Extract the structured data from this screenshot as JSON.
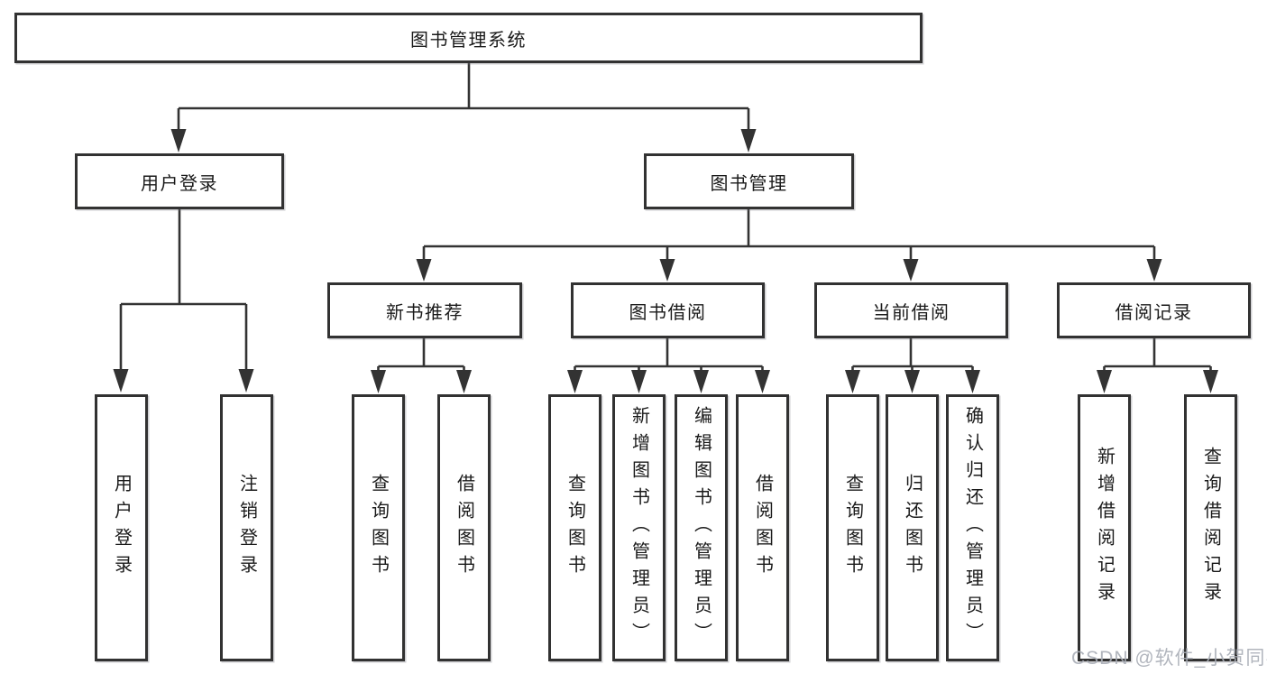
{
  "tree": {
    "root": {
      "label": "图书管理系统"
    },
    "children": [
      {
        "label": "用户登录",
        "children": [
          {
            "label": "用户登录"
          },
          {
            "label": "注销登录"
          }
        ]
      },
      {
        "label": "图书管理",
        "children": [
          {
            "label": "新书推荐",
            "children": [
              {
                "label": "查询图书"
              },
              {
                "label": "借阅图书"
              }
            ]
          },
          {
            "label": "图书借阅",
            "children": [
              {
                "label": "查询图书"
              },
              {
                "label": "新增图书（管理员）"
              },
              {
                "label": "编辑图书（管理员）"
              },
              {
                "label": "借阅图书"
              }
            ]
          },
          {
            "label": "当前借阅",
            "children": [
              {
                "label": "查询图书"
              },
              {
                "label": "归还图书"
              },
              {
                "label": "确认归还（管理员）"
              }
            ]
          },
          {
            "label": "借阅记录",
            "children": [
              {
                "label": "新增借阅记录"
              },
              {
                "label": "查询借阅记录"
              }
            ]
          }
        ]
      }
    ]
  },
  "watermark": {
    "text": "CSDN @软件_小贺同学"
  },
  "colors": {
    "line": "#333333",
    "box_border": "#323232",
    "text": "#1a1a1a",
    "background": "#ffffff",
    "watermark": "#a8adb6"
  }
}
